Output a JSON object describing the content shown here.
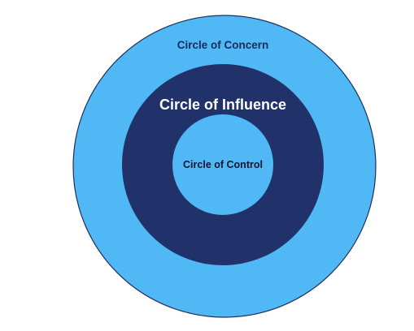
{
  "diagram": {
    "outer": {
      "label": "Circle of Concern"
    },
    "middle": {
      "label": "Circle of Influence"
    },
    "inner": {
      "label": "Circle of Control"
    }
  },
  "colors": {
    "outer_fill": "#4fb8f5",
    "outer_stroke": "#1f2f5c",
    "middle_fill": "#21326a",
    "inner_fill": "#4fb8f5",
    "outer_label": "#1b2a5a",
    "middle_label": "#ffffff",
    "inner_label": "#0d1630",
    "background": "#ffffff"
  }
}
